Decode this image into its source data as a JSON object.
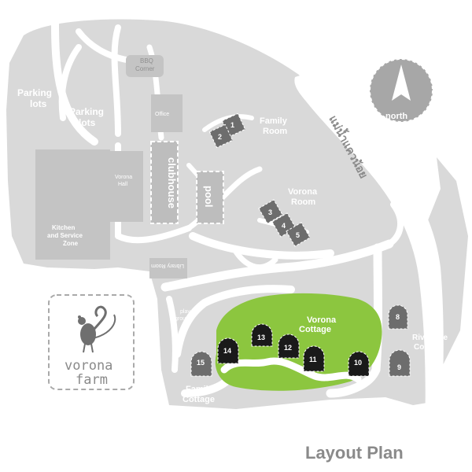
{
  "labels": {
    "parking_left": [
      "Parking",
      "lots"
    ],
    "parking_right": [
      "Parking",
      "lots"
    ],
    "bbq": [
      "BBQ",
      "Corner"
    ],
    "office": "Office",
    "vorona_hall": [
      "Vorona",
      "Hall"
    ],
    "kitchen": [
      "Kitchen",
      "and Service",
      "Zone"
    ],
    "clubhouse": "clubhouse",
    "pool": "pool",
    "library": "Library Room",
    "playground": [
      "play",
      "ground"
    ],
    "family_room": [
      "Family",
      "Room"
    ],
    "vorona_room": [
      "Vorona",
      "Room"
    ],
    "vorona_cottage": [
      "Vorona",
      "Cottage"
    ],
    "riverside_cottage": [
      "Riverside",
      "Cottage"
    ],
    "family_cottage": [
      "Family",
      "Cottage"
    ],
    "river": "แม่น้ำแควน้อย",
    "north": "north",
    "logo": [
      "vorona",
      "farm"
    ],
    "title": "Layout Plan"
  },
  "units": {
    "family_room": [
      "1",
      "2"
    ],
    "vorona_room": [
      "3",
      "4",
      "5"
    ],
    "vorona_cottage": [
      "13",
      "14",
      "12",
      "11",
      "10"
    ],
    "riverside_cottage": [
      "8",
      "9"
    ],
    "family_cottage": [
      "15"
    ]
  },
  "colors": {
    "land": "#d9d9d9",
    "road": "#ffffff",
    "cottage_zone": "#8cc63f",
    "building": "#bdbdbd",
    "unit_dark": "#1a1a1a",
    "unit_gray": "#6d6d6d",
    "title": "#8a8a8a"
  },
  "icons": [
    "compass-north-icon",
    "peacock-logo-icon"
  ]
}
